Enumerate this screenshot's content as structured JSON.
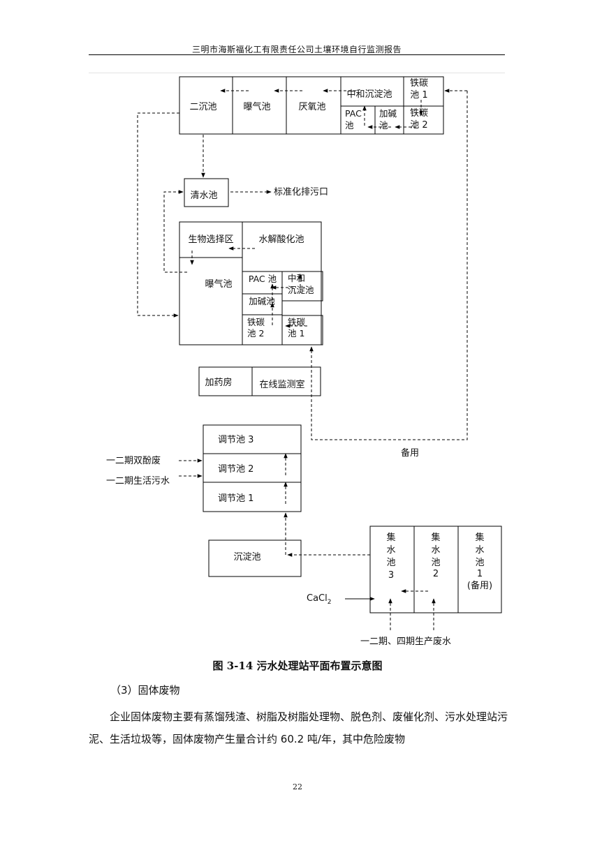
{
  "header": {
    "title": "三明市海斯福化工有限责任公司土壤环境自行监测报告"
  },
  "diagram": {
    "labels": {
      "erchenchi": "二沉池",
      "puqichi_top": "曝气池",
      "yanyangchi": "厌氧池",
      "zhonghe_chendianchi": "中和沉淀池",
      "tietan1_a": "铁碳",
      "tietan1_b": "池 1",
      "pac_a": "PAC",
      "pac_b": "池",
      "jiajian_a": "加碱",
      "jiajian_b": "池",
      "tietan2_a": "铁碳",
      "tietan2_b": "池 2",
      "qingshuichi": "清水池",
      "biaozhunhua": "标准化排污口",
      "shengwu": "生物选择区",
      "shuijie": "水解酸化池",
      "puqichi_mid": "曝气池",
      "pac_mid": "PAC 池",
      "zhonghe_mid_a": "中和",
      "zhonghe_mid_b": "沉淀池",
      "jiajian_mid": "加碱池",
      "tietan2_mid_a": "铁碳",
      "tietan2_mid_b": "池 2",
      "tietan1_mid_a": "铁碳",
      "tietan1_mid_b": "池 1",
      "jiayaofang": "加药房",
      "zaixian": "在线监测室",
      "tiaojie3": "调节池 3",
      "tiaojie2": "调节池 2",
      "tiaojie1": "调节池 1",
      "beiyong": "备用",
      "shuangfen": "一二期双酚废",
      "shenghuo": "一二期生活污水",
      "chendianchi": "沉淀池",
      "jishui3": [
        "集",
        "水",
        "池",
        "3"
      ],
      "jishui2": [
        "集",
        "水",
        "池",
        "2"
      ],
      "jishui1": [
        "集",
        "水",
        "池",
        "1",
        "(备用)"
      ],
      "cacl2_main": "CaCl",
      "cacl2_sub": "2",
      "shengchan": "一二期、四期生产废水"
    }
  },
  "caption": "图 3-14    污水处理站平面布置示意图",
  "section_heading": "（3）固体废物",
  "paragraph": "企业固体废物主要有蒸馏残渣、树脂及树脂处理物、脱色剂、废催化剂、污水处理站污泥、生活垃圾等，固体废物产生量合计约 60.2 吨/年，其中危险废物",
  "page_number": "22"
}
